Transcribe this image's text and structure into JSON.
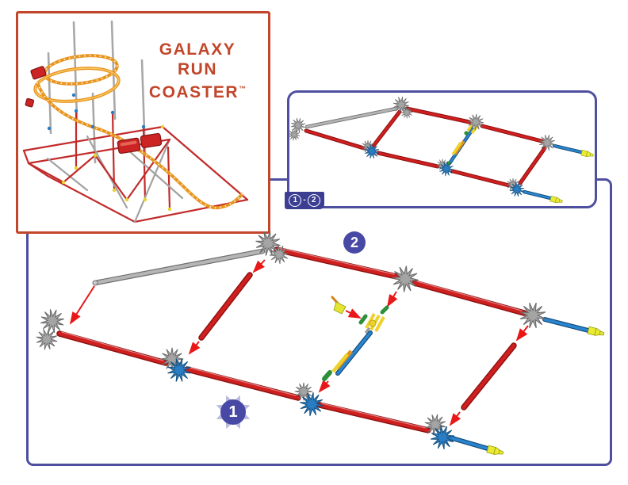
{
  "product_card": {
    "title": {
      "line1": "GALAXY",
      "line2": "RUN",
      "line3": "COASTER",
      "trademark": "™"
    },
    "title_color": "#c2462a",
    "border_color": "#c2462a"
  },
  "preview_panel": {
    "border_color": "#4e4f9f",
    "step_range": {
      "from": "1",
      "separator": "-",
      "to": "2"
    }
  },
  "main_panel": {
    "border_color": "#4e4f9f",
    "step1_badge": "1",
    "step2_badge": "2"
  },
  "palette": {
    "rod_red": "#cf1f1f",
    "rod_gray": "#b5b5b5",
    "rod_blue": "#2a85cf",
    "connector_gray": "#a4a4a4",
    "gear_blue": "#2a7dc2",
    "clip_yellow": "#e9eb33",
    "part_green": "#2e8f3a",
    "part_orange": "#e0921e",
    "arrow_red": "#e81818",
    "track_orange": "#e8951f",
    "badge_indigo": "#4749a5",
    "star_lavender": "#b9bade"
  },
  "icons": [
    "gray-connector-icon",
    "blue-gear-icon",
    "yellow-clip-icon",
    "insertion-arrow-icon",
    "starburst-icon"
  ]
}
